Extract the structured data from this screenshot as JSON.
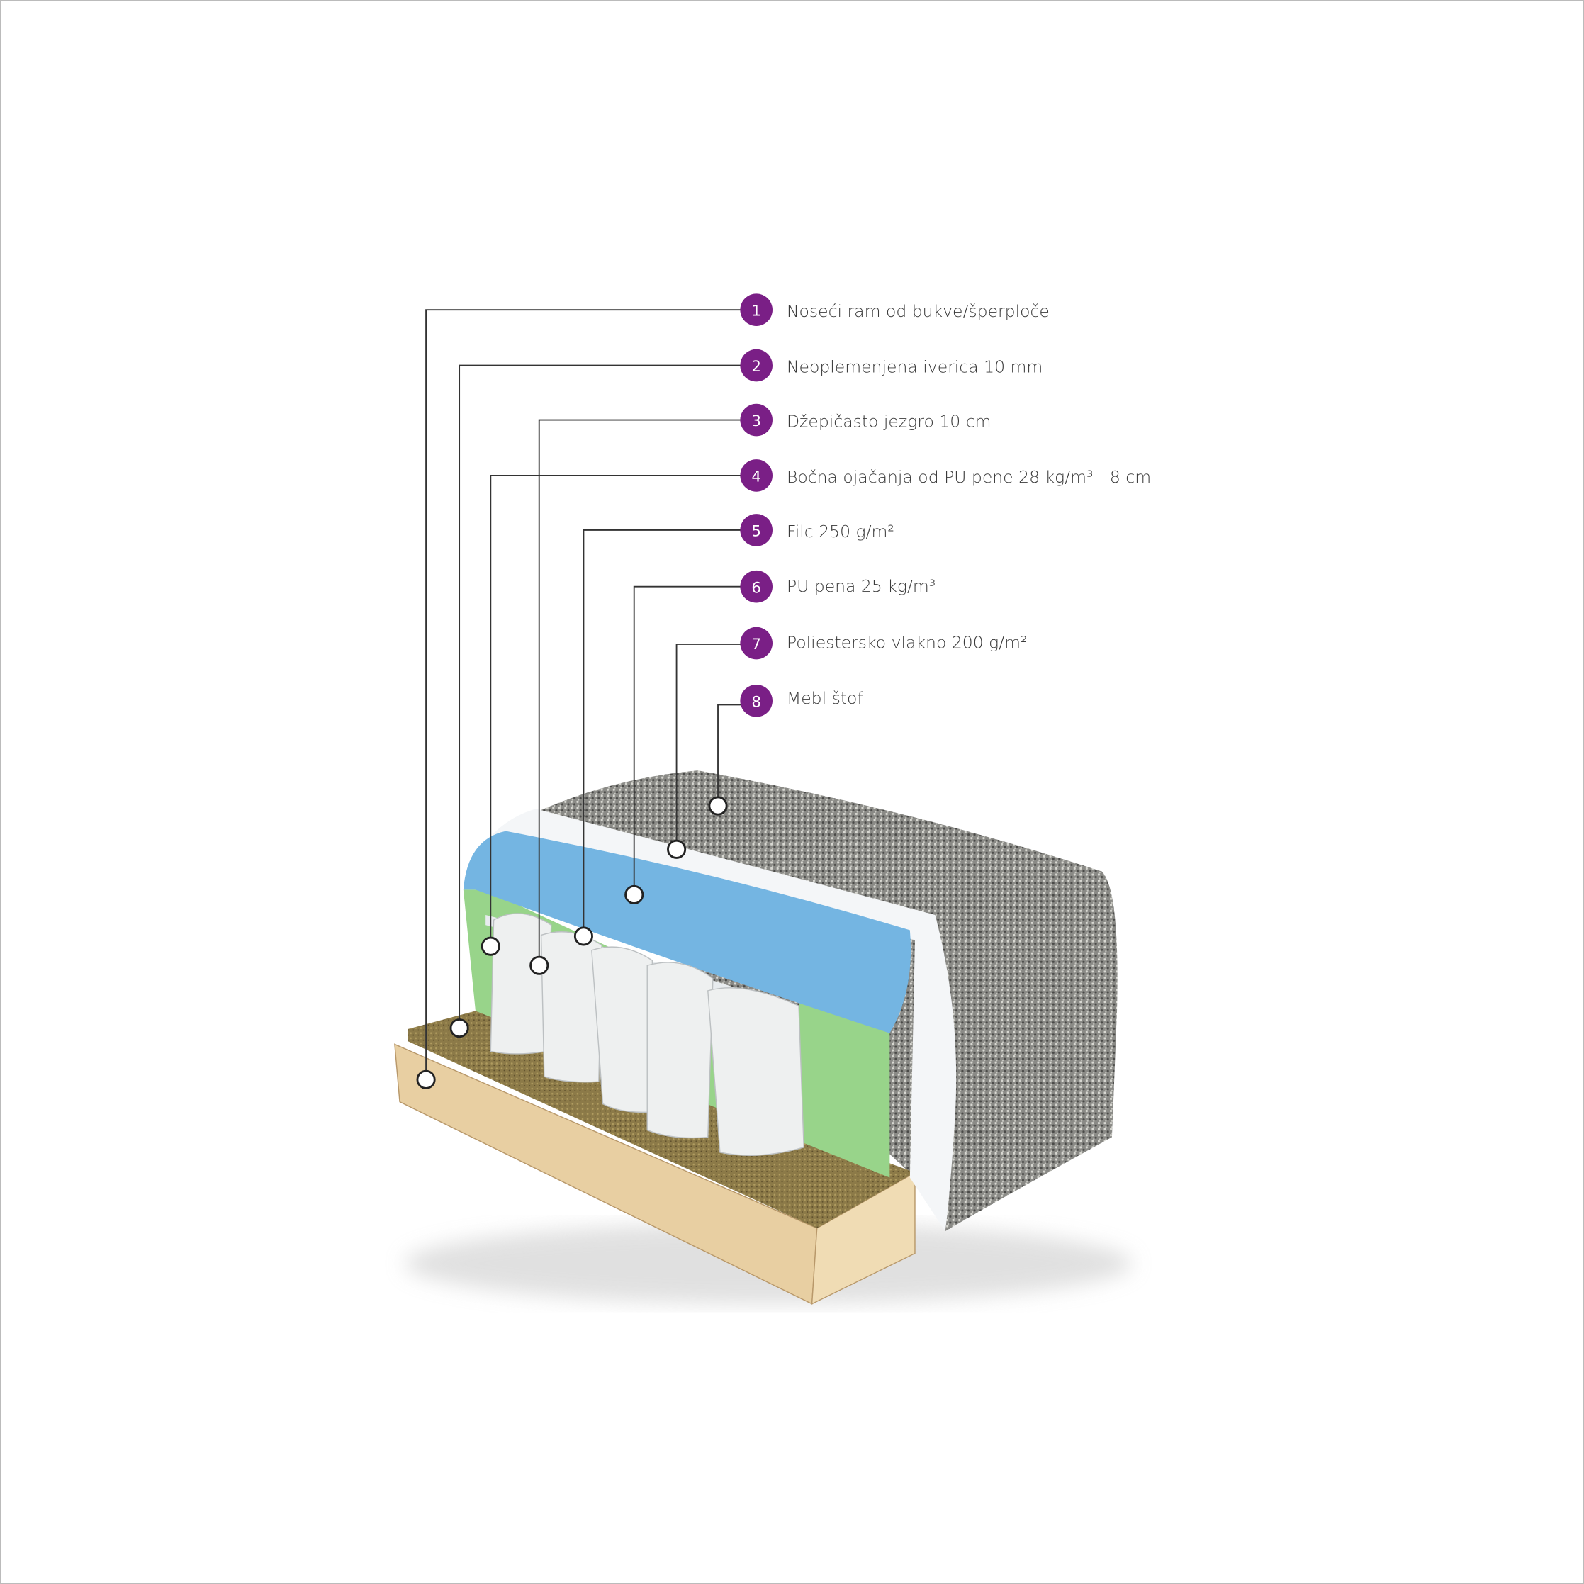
{
  "accent_color": "#7a1f86",
  "legend": [
    {
      "number": "1",
      "label": "Noseći ram od bukve/šperploče"
    },
    {
      "number": "2",
      "label": "Neoplemenjena iverica 10 mm"
    },
    {
      "number": "3",
      "label": "Džepičasto jezgro 10 cm"
    },
    {
      "number": "4",
      "label": "Bočna ojačanja od PU pene 28 kg/m³ - 8 cm"
    },
    {
      "number": "5",
      "label": "Filc 250 g/m²"
    },
    {
      "number": "6",
      "label": "PU pena 25 kg/m³"
    },
    {
      "number": "7",
      "label": "Poliestersko vlakno 200 g/m²"
    },
    {
      "number": "8",
      "label": "Mebl štof"
    }
  ]
}
